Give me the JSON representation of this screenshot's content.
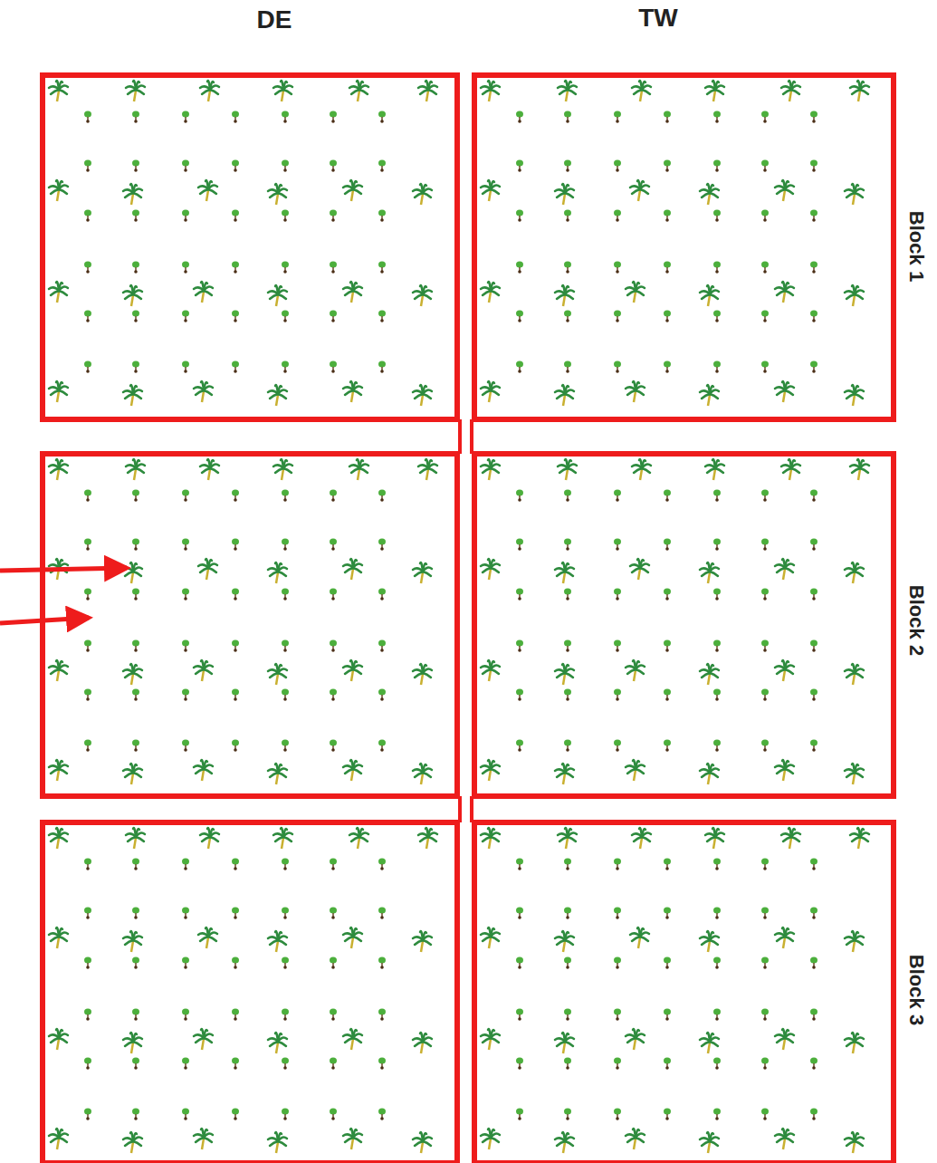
{
  "diagram": {
    "labels": [
      "DE",
      "TW",
      "Block 1",
      "Block 2",
      "Block 3"
    ]
  }
}
